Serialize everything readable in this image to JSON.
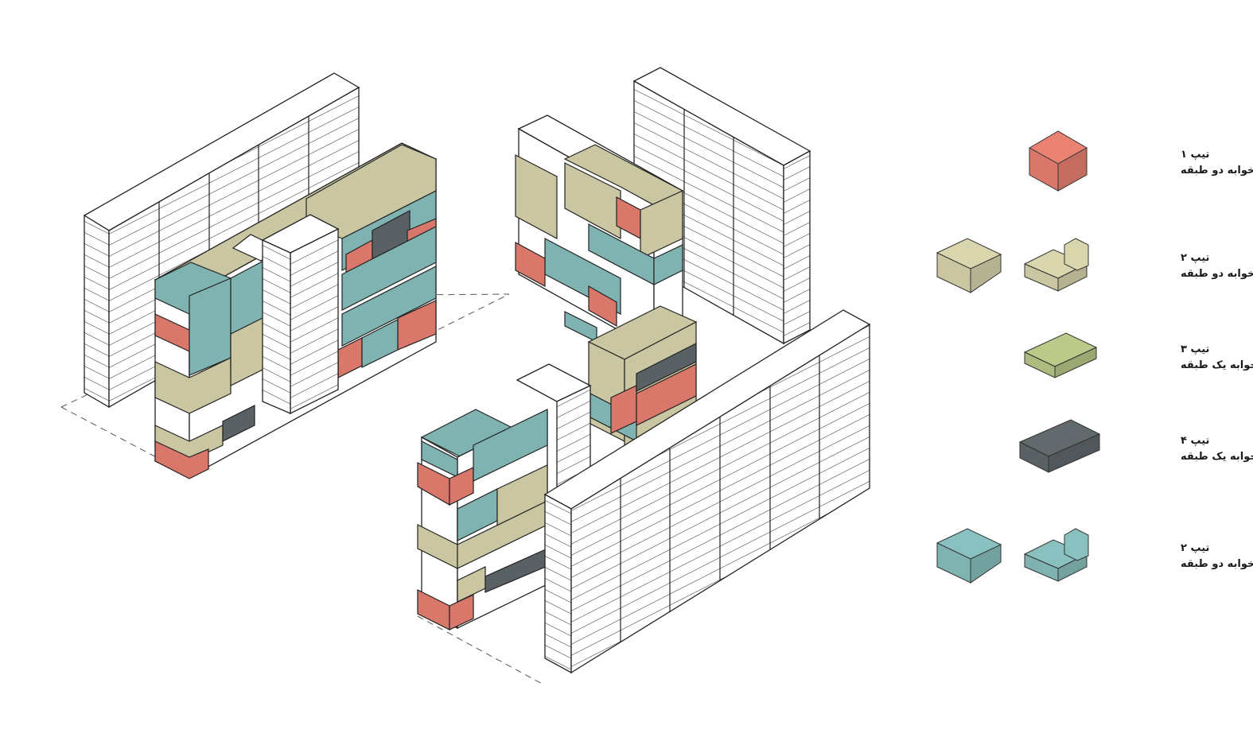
{
  "colors": {
    "outline": "#222222",
    "white": "#ffffff",
    "type1": "#d9786a",
    "type2": "#c9c6a1",
    "type3": "#adbb7e",
    "type4": "#5a6165",
    "type2b": "#7fb3b2"
  },
  "legend": [
    {
      "id": "type1",
      "title": "تیپ ۱",
      "desc": "دو خوابه دو طبقه",
      "color_key": "type1",
      "icons": [
        "cube"
      ]
    },
    {
      "id": "type2",
      "title": "تیپ ۲",
      "desc": "دو خوابه دو طبقه",
      "color_key": "type2",
      "icons": [
        "l-box",
        "l-box-raised"
      ]
    },
    {
      "id": "type3",
      "title": "تیپ ۳",
      "desc": "سه خوابه یک طبقه",
      "color_key": "type3",
      "icons": [
        "slab"
      ]
    },
    {
      "id": "type4",
      "title": "تیپ ۴",
      "desc": "سه خوابه یک طبقه",
      "color_key": "type4",
      "icons": [
        "slab-long"
      ]
    },
    {
      "id": "type2b",
      "title": "تیپ ۲",
      "desc": "سه خوابه دو طبقه",
      "color_key": "type2b",
      "icons": [
        "l-box",
        "l-box-raised"
      ]
    }
  ]
}
